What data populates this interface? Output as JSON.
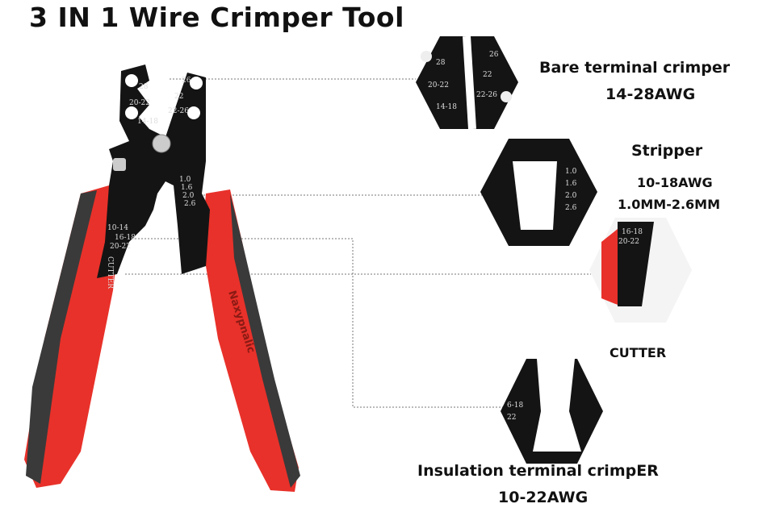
{
  "title": "3 IN 1 Wire Crimper Tool",
  "callouts": {
    "bare": {
      "name": "Bare terminal crimper",
      "range": "14-28AWG"
    },
    "stripper": {
      "name": "Stripper",
      "range": "10-18AWG",
      "mm": "1.0MM-2.6MM"
    },
    "cutter": {
      "name": "CUTTER"
    },
    "insulation": {
      "name": "Insulation terminal crimpER",
      "range": "10-22AWG"
    }
  },
  "tool_marks": {
    "left_jaw": [
      "28",
      "20-22",
      "14-18"
    ],
    "right_jaw": [
      "26",
      "22",
      "22-26"
    ],
    "stripper": [
      "1.0",
      "1.6",
      "2.0",
      "2.6"
    ],
    "insulated": [
      "10-14",
      "16-18",
      "20-22"
    ],
    "cutter": "CUTTER",
    "brand": "Naxypnalic"
  },
  "colors": {
    "handle_red": "#e8312a",
    "handle_grip": "#3a3a3a",
    "steel": "#141414"
  }
}
